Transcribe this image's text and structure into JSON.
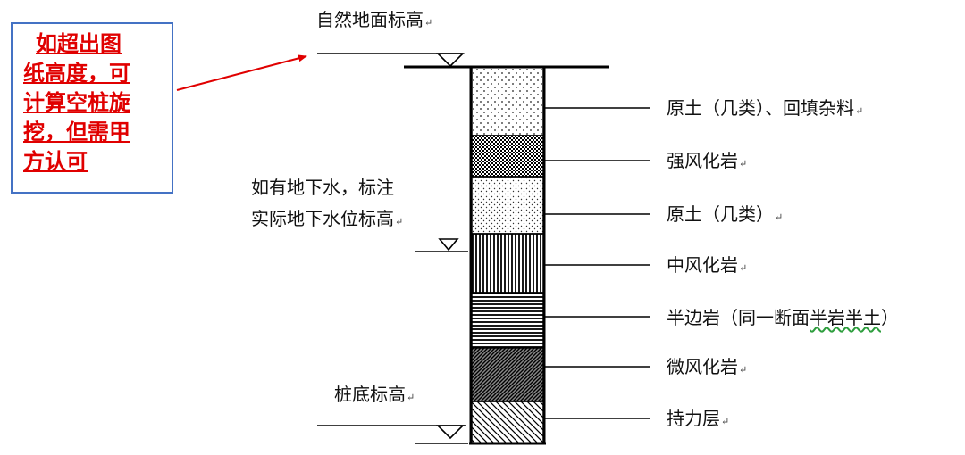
{
  "labels": {
    "ground_elevation": "自然地面标高",
    "groundwater_line1": "如有地下水，标注",
    "groundwater_line2": "实际地下水位标高",
    "pile_bottom_elevation": "桩底标高",
    "paragraph_mark": "↵"
  },
  "layers": [
    {
      "name": "原土（几类）、回填杂料",
      "pattern": "dots-sparse"
    },
    {
      "name": "强风化岩",
      "pattern": "checker"
    },
    {
      "name": "原土（几类）",
      "pattern": "dots-fine"
    },
    {
      "name": "中风化岩",
      "pattern": "vertical-lines"
    },
    {
      "name": "半边岩（同一断面",
      "name_emphasis": "半岩半土",
      "name_end": "）",
      "pattern": "horizontal-lines"
    },
    {
      "name": "微风化岩",
      "pattern": "diagonal-dense"
    },
    {
      "name": "持力层",
      "pattern": "diagonal-wide"
    }
  ],
  "note": {
    "lines": [
      "如超出图",
      "纸高度，可",
      "计算空桩旋",
      "挖，但需甲",
      "方认可"
    ],
    "text_color": "#e00000",
    "border_color": "#4472c4",
    "arrow_color": "#e00000"
  }
}
